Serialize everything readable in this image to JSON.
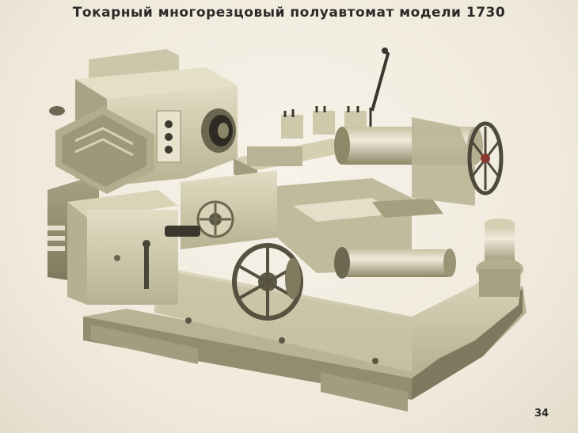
{
  "slide": {
    "title": "Токарный многорезцовый полуавтомат модели 1730",
    "page_number": "34"
  },
  "illustration": {
    "subject": "lathe-machine-illustration",
    "colors": {
      "body_light": "#d8d2b6",
      "body_mid": "#bdb797",
      "body_dark": "#8f8a6d",
      "shadow": "#5f5b45",
      "metal": "#4a463a",
      "accent_red": "#8a3a2e",
      "background": "#f1ecdf"
    }
  }
}
